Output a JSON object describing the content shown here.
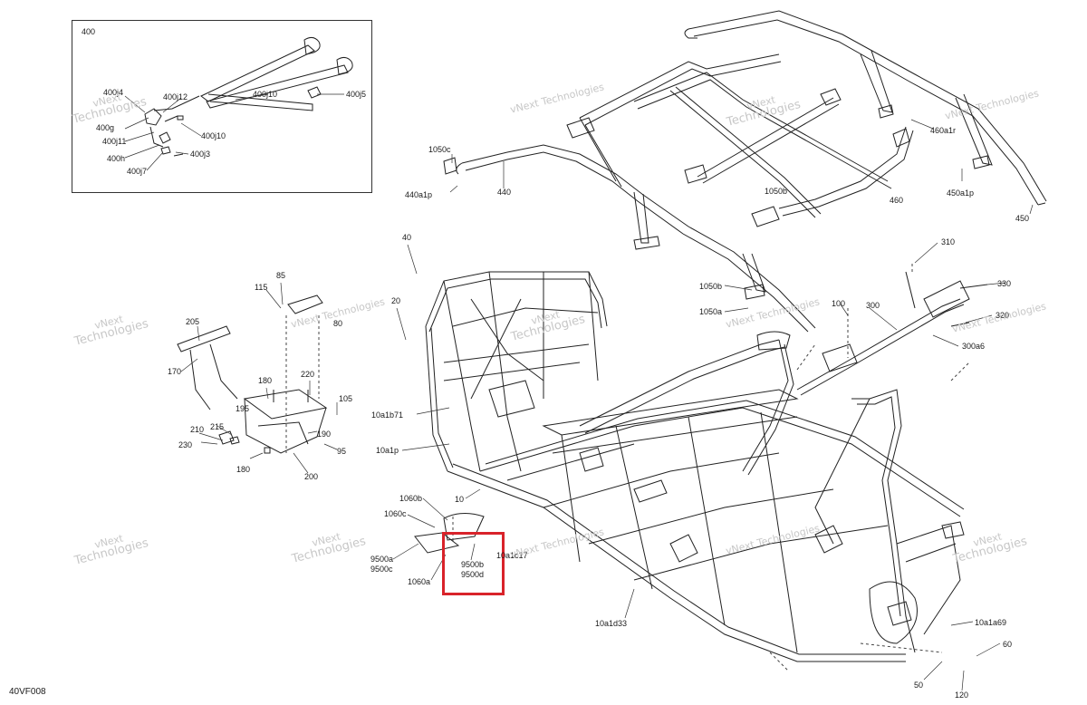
{
  "diagram_code": "40VF008",
  "inset_label": "400",
  "highlight_color": "#d9232a",
  "watermark": {
    "line1": "vNext",
    "line2": "Technologies",
    "alt_line": "vNext Technologies"
  },
  "labels": {
    "l400j4": "400j4",
    "l400j12": "400j12",
    "l400j10a": "400j10",
    "l400j5": "400j5",
    "l400g": "400g",
    "l400j10b": "400j10",
    "l400j11": "400j11",
    "l400h": "400h",
    "l400j3": "400j3",
    "l400j7": "400j7",
    "l1050c": "1050c",
    "l440a1p": "440a1p",
    "l440": "440",
    "l460": "460",
    "l1050b_top": "1050b",
    "l460a1r": "460a1r",
    "l450a1p": "450a1p",
    "l450": "450",
    "l40": "40",
    "l20": "20",
    "l85": "85",
    "l115": "115",
    "l80": "80",
    "l205": "205",
    "l170": "170",
    "l180a": "180",
    "l220": "220",
    "l195": "195",
    "l105": "105",
    "l210": "210",
    "l215": "215",
    "l230": "230",
    "l190": "190",
    "l95": "95",
    "l180b": "180",
    "l200": "200",
    "l1050b": "1050b",
    "l1050a": "1050a",
    "l100": "100",
    "l300": "300",
    "l310": "310",
    "l330": "330",
    "l320": "320",
    "l300a6": "300a6",
    "l10a1b71": "10a1b71",
    "l10a1p": "10a1p",
    "l10": "10",
    "l1060b": "1060b",
    "l1060c": "1060c",
    "l9500a": "9500a",
    "l9500c": "9500c",
    "l1060a": "1060a",
    "l9500b": "9500b",
    "l9500d": "9500d",
    "l10a1c17": "10a1c17",
    "l10a1d33": "10a1d33",
    "l10a1a69": "10a1a69",
    "l60": "60",
    "l50": "50",
    "l120": "120"
  }
}
